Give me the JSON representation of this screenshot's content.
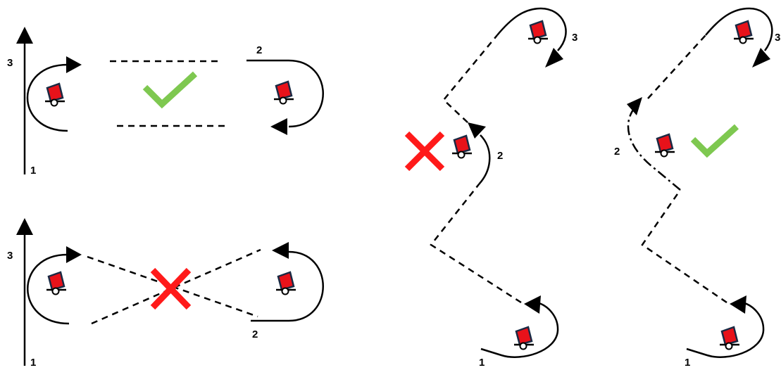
{
  "panels": [
    {
      "id": "top-left",
      "verdict": "correct",
      "labels": [
        "1",
        "2",
        "3"
      ]
    },
    {
      "id": "bottom-left",
      "verdict": "incorrect",
      "labels": [
        "1",
        "2",
        "3"
      ]
    },
    {
      "id": "middle-right",
      "verdict": "incorrect",
      "labels": [
        "1",
        "2",
        "3"
      ]
    },
    {
      "id": "far-right",
      "verdict": "correct",
      "labels": [
        "1",
        "2",
        "3"
      ]
    }
  ],
  "colors": {
    "check": "#7ec850",
    "cross": "#ff1a1a",
    "cart_body": "#e8121a",
    "cart_outline": "#1a2a44",
    "line": "#000000"
  },
  "icons": [
    "checkmark-icon",
    "cross-icon",
    "cart-icon",
    "arrow-icon"
  ]
}
